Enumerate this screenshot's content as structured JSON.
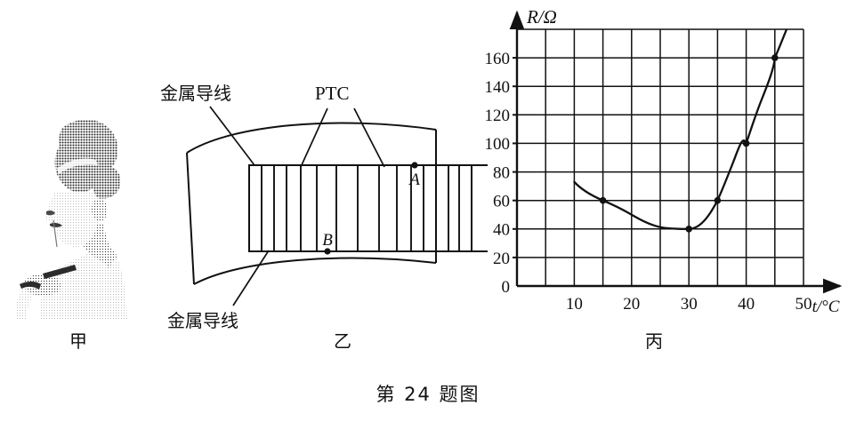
{
  "figure": {
    "caption": "第 24 题图",
    "panels": [
      {
        "key": "jia",
        "label": "甲",
        "name": "photo-person-hairdryer"
      },
      {
        "key": "yi",
        "label": "乙",
        "name": "ptc-duct-diagram"
      },
      {
        "key": "bing",
        "label": "丙",
        "name": "resistance-temperature-graph"
      }
    ]
  },
  "panel_yi": {
    "label_wire_top": "金属导线",
    "label_wire_bottom": "金属导线",
    "label_ptc": "PTC",
    "point_a": "A",
    "point_b": "B",
    "ptc_bar_count": 15
  },
  "chart_data": {
    "type": "line",
    "title": "",
    "xlabel": "t/°C",
    "ylabel": "R/Ω",
    "x": [
      10,
      15,
      20,
      25,
      30,
      35,
      40,
      45,
      46
    ],
    "y": [
      73,
      60,
      50,
      43,
      40,
      60,
      100,
      160,
      178
    ],
    "marked_points": [
      {
        "x": 15,
        "y": 60
      },
      {
        "x": 30,
        "y": 40
      },
      {
        "x": 35,
        "y": 60
      },
      {
        "x": 40,
        "y": 100
      },
      {
        "x": 45,
        "y": 160
      }
    ],
    "xlim": [
      0,
      52
    ],
    "ylim": [
      0,
      180
    ],
    "xticks": [
      10,
      20,
      30,
      40,
      50
    ],
    "xticklabels": [
      "10",
      "20",
      "30",
      "40",
      "50"
    ],
    "yticks": [
      0,
      20,
      40,
      60,
      80,
      100,
      120,
      140,
      160
    ],
    "yticklabels": [
      "0",
      "20",
      "40",
      "60",
      "80",
      "100",
      "120",
      "140",
      "160"
    ],
    "x_gridline_step": 5,
    "y_gridline_step": 20,
    "grid": true,
    "legend": "none",
    "x_axis_arrow": true,
    "y_axis_arrow": true
  },
  "colors": {
    "ink": "#111111",
    "paper": "#ffffff",
    "halftone": "#2b2b2b"
  }
}
